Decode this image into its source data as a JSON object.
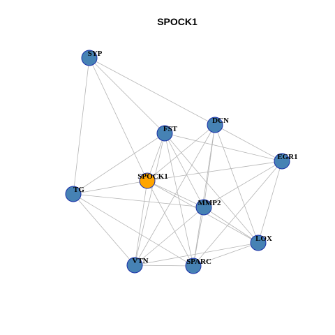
{
  "diagram": {
    "title": "SPOCK1",
    "colors": {
      "node_fill": "#4682b4",
      "hub_fill": "#ffa500",
      "node_stroke": "#1a2fa8",
      "edge": "#b4b4b4"
    },
    "nodes": [
      {
        "id": "SYP",
        "label": "SYP",
        "hub": false
      },
      {
        "id": "FST",
        "label": "FST",
        "hub": false
      },
      {
        "id": "DCN",
        "label": "DCN",
        "hub": false
      },
      {
        "id": "EGR1",
        "label": "EGR1",
        "hub": false
      },
      {
        "id": "SPOCK1",
        "label": "SPOCK1",
        "hub": true
      },
      {
        "id": "TG",
        "label": "TG",
        "hub": false
      },
      {
        "id": "MMP2",
        "label": "MMP2",
        "hub": false
      },
      {
        "id": "LOX",
        "label": "LOX",
        "hub": false
      },
      {
        "id": "VTN",
        "label": "VTN",
        "hub": false
      },
      {
        "id": "SPARC",
        "label": "SPARC",
        "hub": false
      }
    ],
    "edges": [
      [
        "SYP",
        "TG"
      ],
      [
        "SYP",
        "FST"
      ],
      [
        "SYP",
        "DCN"
      ],
      [
        "SYP",
        "SPOCK1"
      ],
      [
        "FST",
        "TG"
      ],
      [
        "FST",
        "SPOCK1"
      ],
      [
        "FST",
        "VTN"
      ],
      [
        "FST",
        "MMP2"
      ],
      [
        "FST",
        "EGR1"
      ],
      [
        "FST",
        "LOX"
      ],
      [
        "FST",
        "SPARC"
      ],
      [
        "DCN",
        "SPOCK1"
      ],
      [
        "DCN",
        "MMP2"
      ],
      [
        "DCN",
        "EGR1"
      ],
      [
        "DCN",
        "VTN"
      ],
      [
        "DCN",
        "SPARC"
      ],
      [
        "DCN",
        "LOX"
      ],
      [
        "EGR1",
        "SPOCK1"
      ],
      [
        "EGR1",
        "MMP2"
      ],
      [
        "EGR1",
        "LOX"
      ],
      [
        "EGR1",
        "SPARC"
      ],
      [
        "SPOCK1",
        "TG"
      ],
      [
        "SPOCK1",
        "MMP2"
      ],
      [
        "SPOCK1",
        "VTN"
      ],
      [
        "SPOCK1",
        "SPARC"
      ],
      [
        "SPOCK1",
        "LOX"
      ],
      [
        "TG",
        "MMP2"
      ],
      [
        "TG",
        "VTN"
      ],
      [
        "TG",
        "SPARC"
      ],
      [
        "MMP2",
        "VTN"
      ],
      [
        "MMP2",
        "SPARC"
      ],
      [
        "MMP2",
        "LOX"
      ],
      [
        "VTN",
        "SPARC"
      ],
      [
        "VTN",
        "LOX"
      ],
      [
        "SPARC",
        "LOX"
      ]
    ]
  }
}
